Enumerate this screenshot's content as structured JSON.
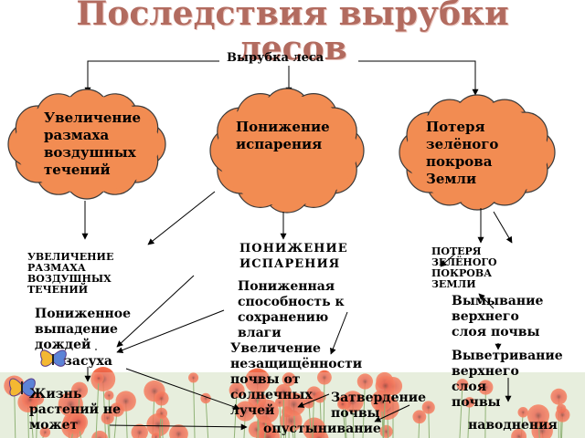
{
  "title": {
    "line1": "Последствия вырубки",
    "line2": "лесов"
  },
  "root": "Вырубка леса",
  "clouds": [
    {
      "text": "Увеличение размаха воздушных течений"
    },
    {
      "text": "Понижение испарения"
    },
    {
      "text": "Потеря зелёного покрова Земли"
    }
  ],
  "captions": {
    "left": "УВЕЛИЧЕНИЕ РАЗМАХА ВОЗДУШНЫХ ТЕЧЕНИЙ",
    "middle": "ПОНИЖЕНИЕ ИСПАРЕНИЯ",
    "right": "ПОТЕРЯ ЗЕЛЁНОГО ПОКРОВА ЗЕМЛИ"
  },
  "effects": {
    "rain": "Пониженное выпадение дождей",
    "drought": "засуха",
    "life": "Жизнь растений не может",
    "water_capacity": "Пониженная способность к сохранению влаги",
    "sun_exposure": "Увеличение незащищённости почвы от солнечных лучей",
    "hardening": "Затвердение почвы",
    "desert": "опустынивание",
    "washout": "Вымывание верхнего слоя почвы",
    "weathering": "Выветривание верхнего слоя почвы",
    "floods": "наводнения"
  },
  "colors": {
    "cloud_fill": "#f28c52",
    "cloud_stroke": "#3a3a3a",
    "title": "#b26b5f",
    "poppy": "#e23a1f"
  }
}
